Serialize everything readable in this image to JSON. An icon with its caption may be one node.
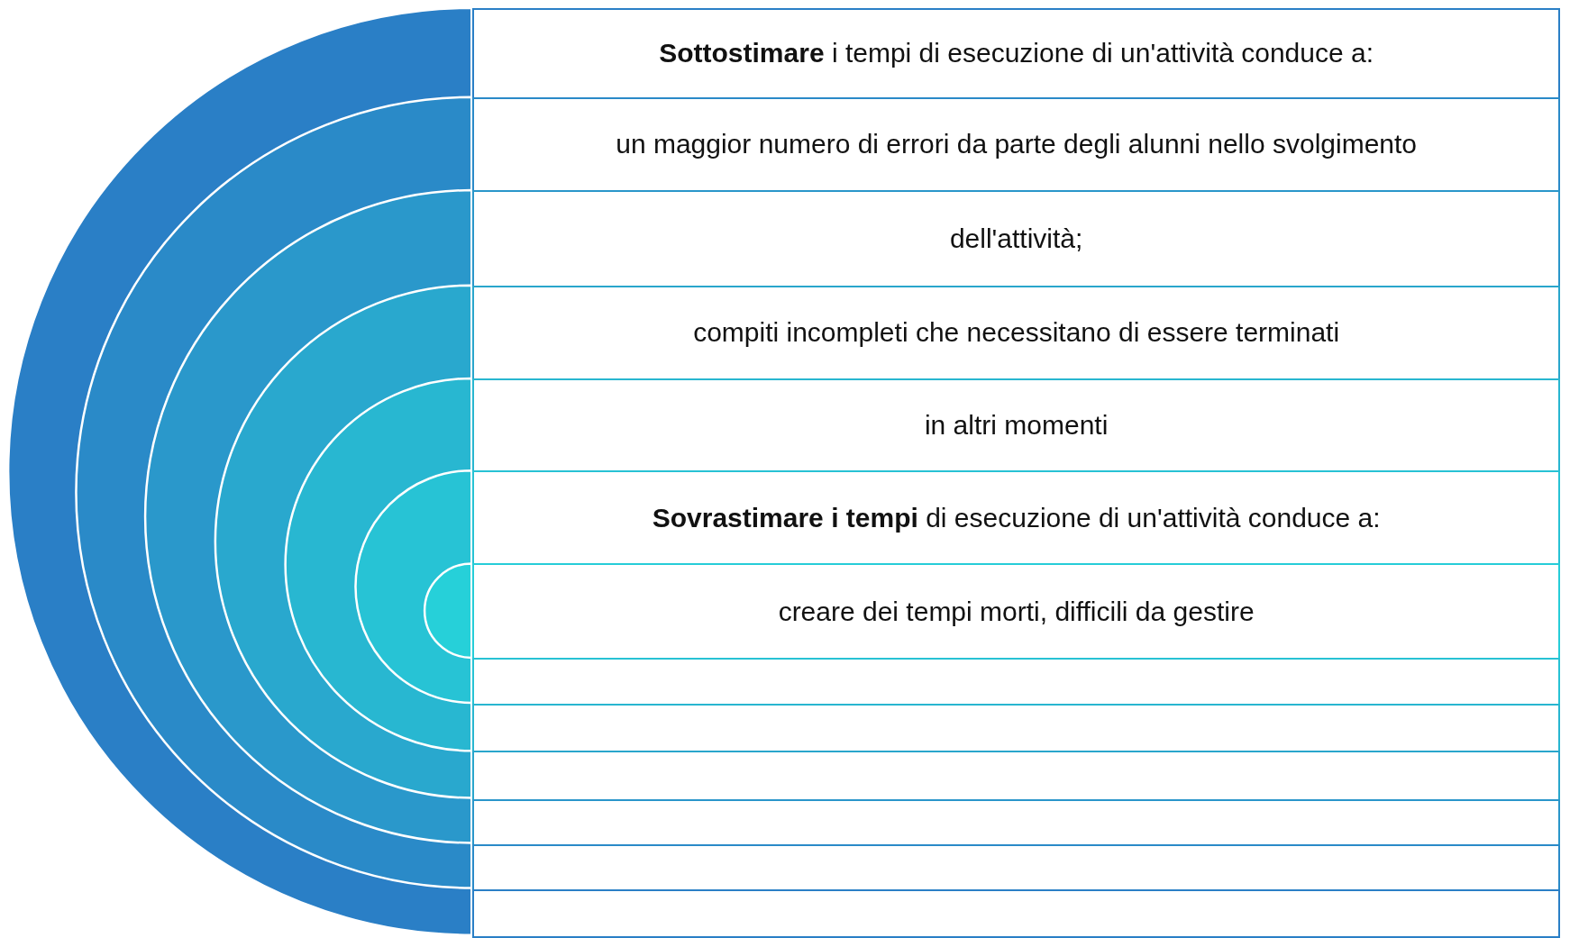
{
  "diagram": {
    "nodes": [
      {
        "text": [
          "**Sottostimare** i tempi di esecuzione di un'attività conduce a:"
        ]
      },
      {
        "text": [
          "un maggior numero di errori da parte degli alunni nello svolgimento"
        ]
      },
      {
        "text": [
          "dell'attività;"
        ]
      },
      {
        "text": [
          "compiti incompleti che necessitano di essere terminati"
        ]
      },
      {
        "text": [
          "in altri momenti"
        ]
      },
      {
        "text": [
          "**Sovrastimare i tempi** di esecuzione di un'attività conduce a:"
        ]
      },
      {
        "text": [
          "creare dei tempi morti, difficili da gestire"
        ]
      },
      {
        "text": [],
        "shape": "box"
      },
      {
        "text": [],
        "shape": "box"
      },
      {
        "text": [],
        "shape": "box"
      },
      {
        "text": [],
        "shape": "box"
      },
      {
        "text": [],
        "shape": "box"
      },
      {
        "text": [],
        "shape": "box"
      }
    ]
  }
}
